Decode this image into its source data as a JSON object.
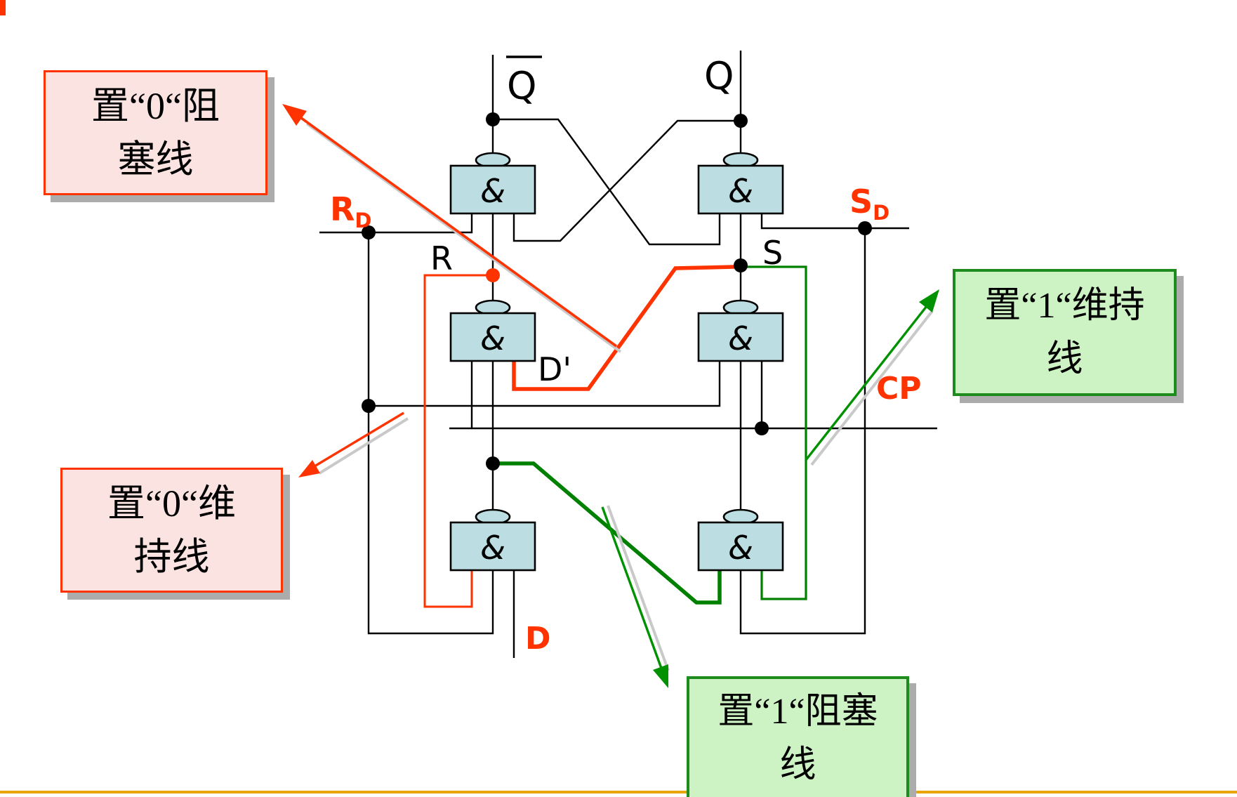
{
  "figure": {
    "type": "logic-circuit-diagram",
    "gate_symbol": "&",
    "labels": {
      "q_bar": "Q",
      "q": "Q",
      "r_d": {
        "main": "R",
        "sub": "D"
      },
      "s_d": {
        "main": "S",
        "sub": "D"
      },
      "r": "R",
      "s": "S",
      "d_prime": "D'",
      "cp": "CP",
      "d": "D"
    }
  },
  "callouts": {
    "set0_block": {
      "line1": "置“0“阻",
      "line2": "塞线"
    },
    "set0_maintain": {
      "line1": "置“0“维",
      "line2": "持线"
    },
    "set1_maintain": {
      "line1": "置“1“维持",
      "line2": "线"
    },
    "set1_block": {
      "line1": "置“1“阻塞",
      "line2": "线"
    }
  },
  "colors": {
    "red_accent": "#FF3300",
    "green_wire": "#008000",
    "gate_fill": "#BCDEE2",
    "pink_callout_fill": "#FBE3E1",
    "green_callout_fill": "#CDF3C5",
    "green_callout_border": "#1D8C1D",
    "bottom_rule": "#E8A50A"
  }
}
